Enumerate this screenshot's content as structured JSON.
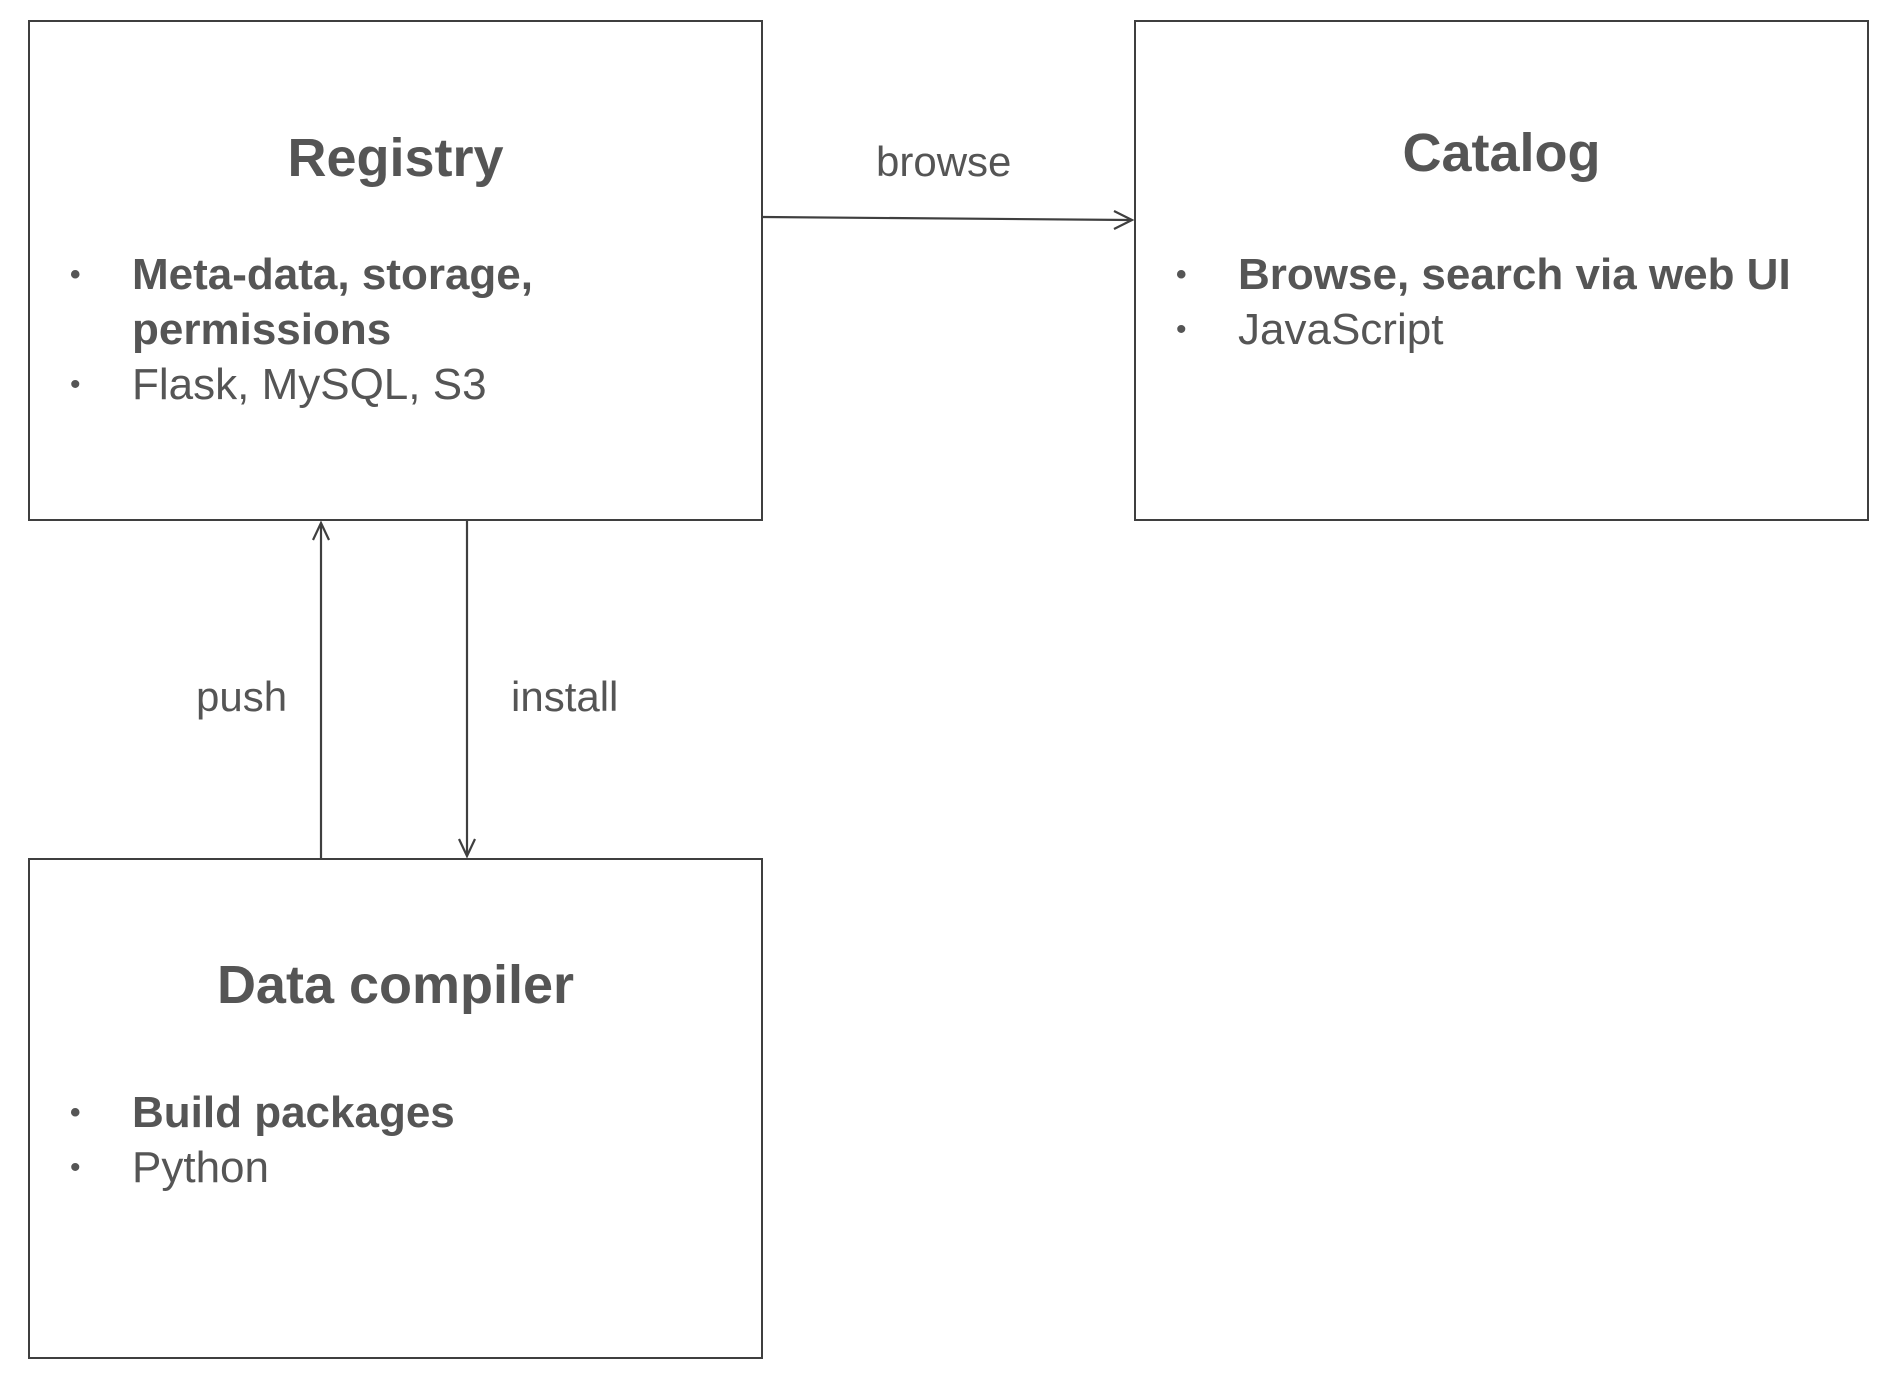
{
  "nodes": {
    "registry": {
      "title": "Registry",
      "bullets": [
        {
          "text": "Meta-data, storage, permissions",
          "style": "bold"
        },
        {
          "text": "Flask, MySQL, S3",
          "style": "normal"
        }
      ]
    },
    "catalog": {
      "title": "Catalog",
      "bullets": [
        {
          "text": "Browse, search via web UI",
          "style": "bold"
        },
        {
          "text": "JavaScript",
          "style": "normal"
        }
      ]
    },
    "compiler": {
      "title": "Data compiler",
      "bullets": [
        {
          "text": "Build packages",
          "style": "bold"
        },
        {
          "text": "Python",
          "style": "normal"
        }
      ]
    }
  },
  "edges": {
    "browse": {
      "label": "browse",
      "from": "Registry",
      "to": "Catalog"
    },
    "push": {
      "label": "push",
      "from": "Data compiler",
      "to": "Registry"
    },
    "install": {
      "label": "install",
      "from": "Registry",
      "to": "Data compiler"
    }
  },
  "bullet_glyph": "•",
  "colors": {
    "text": "#555555",
    "stroke": "#3f3f3f",
    "background": "#ffffff"
  }
}
